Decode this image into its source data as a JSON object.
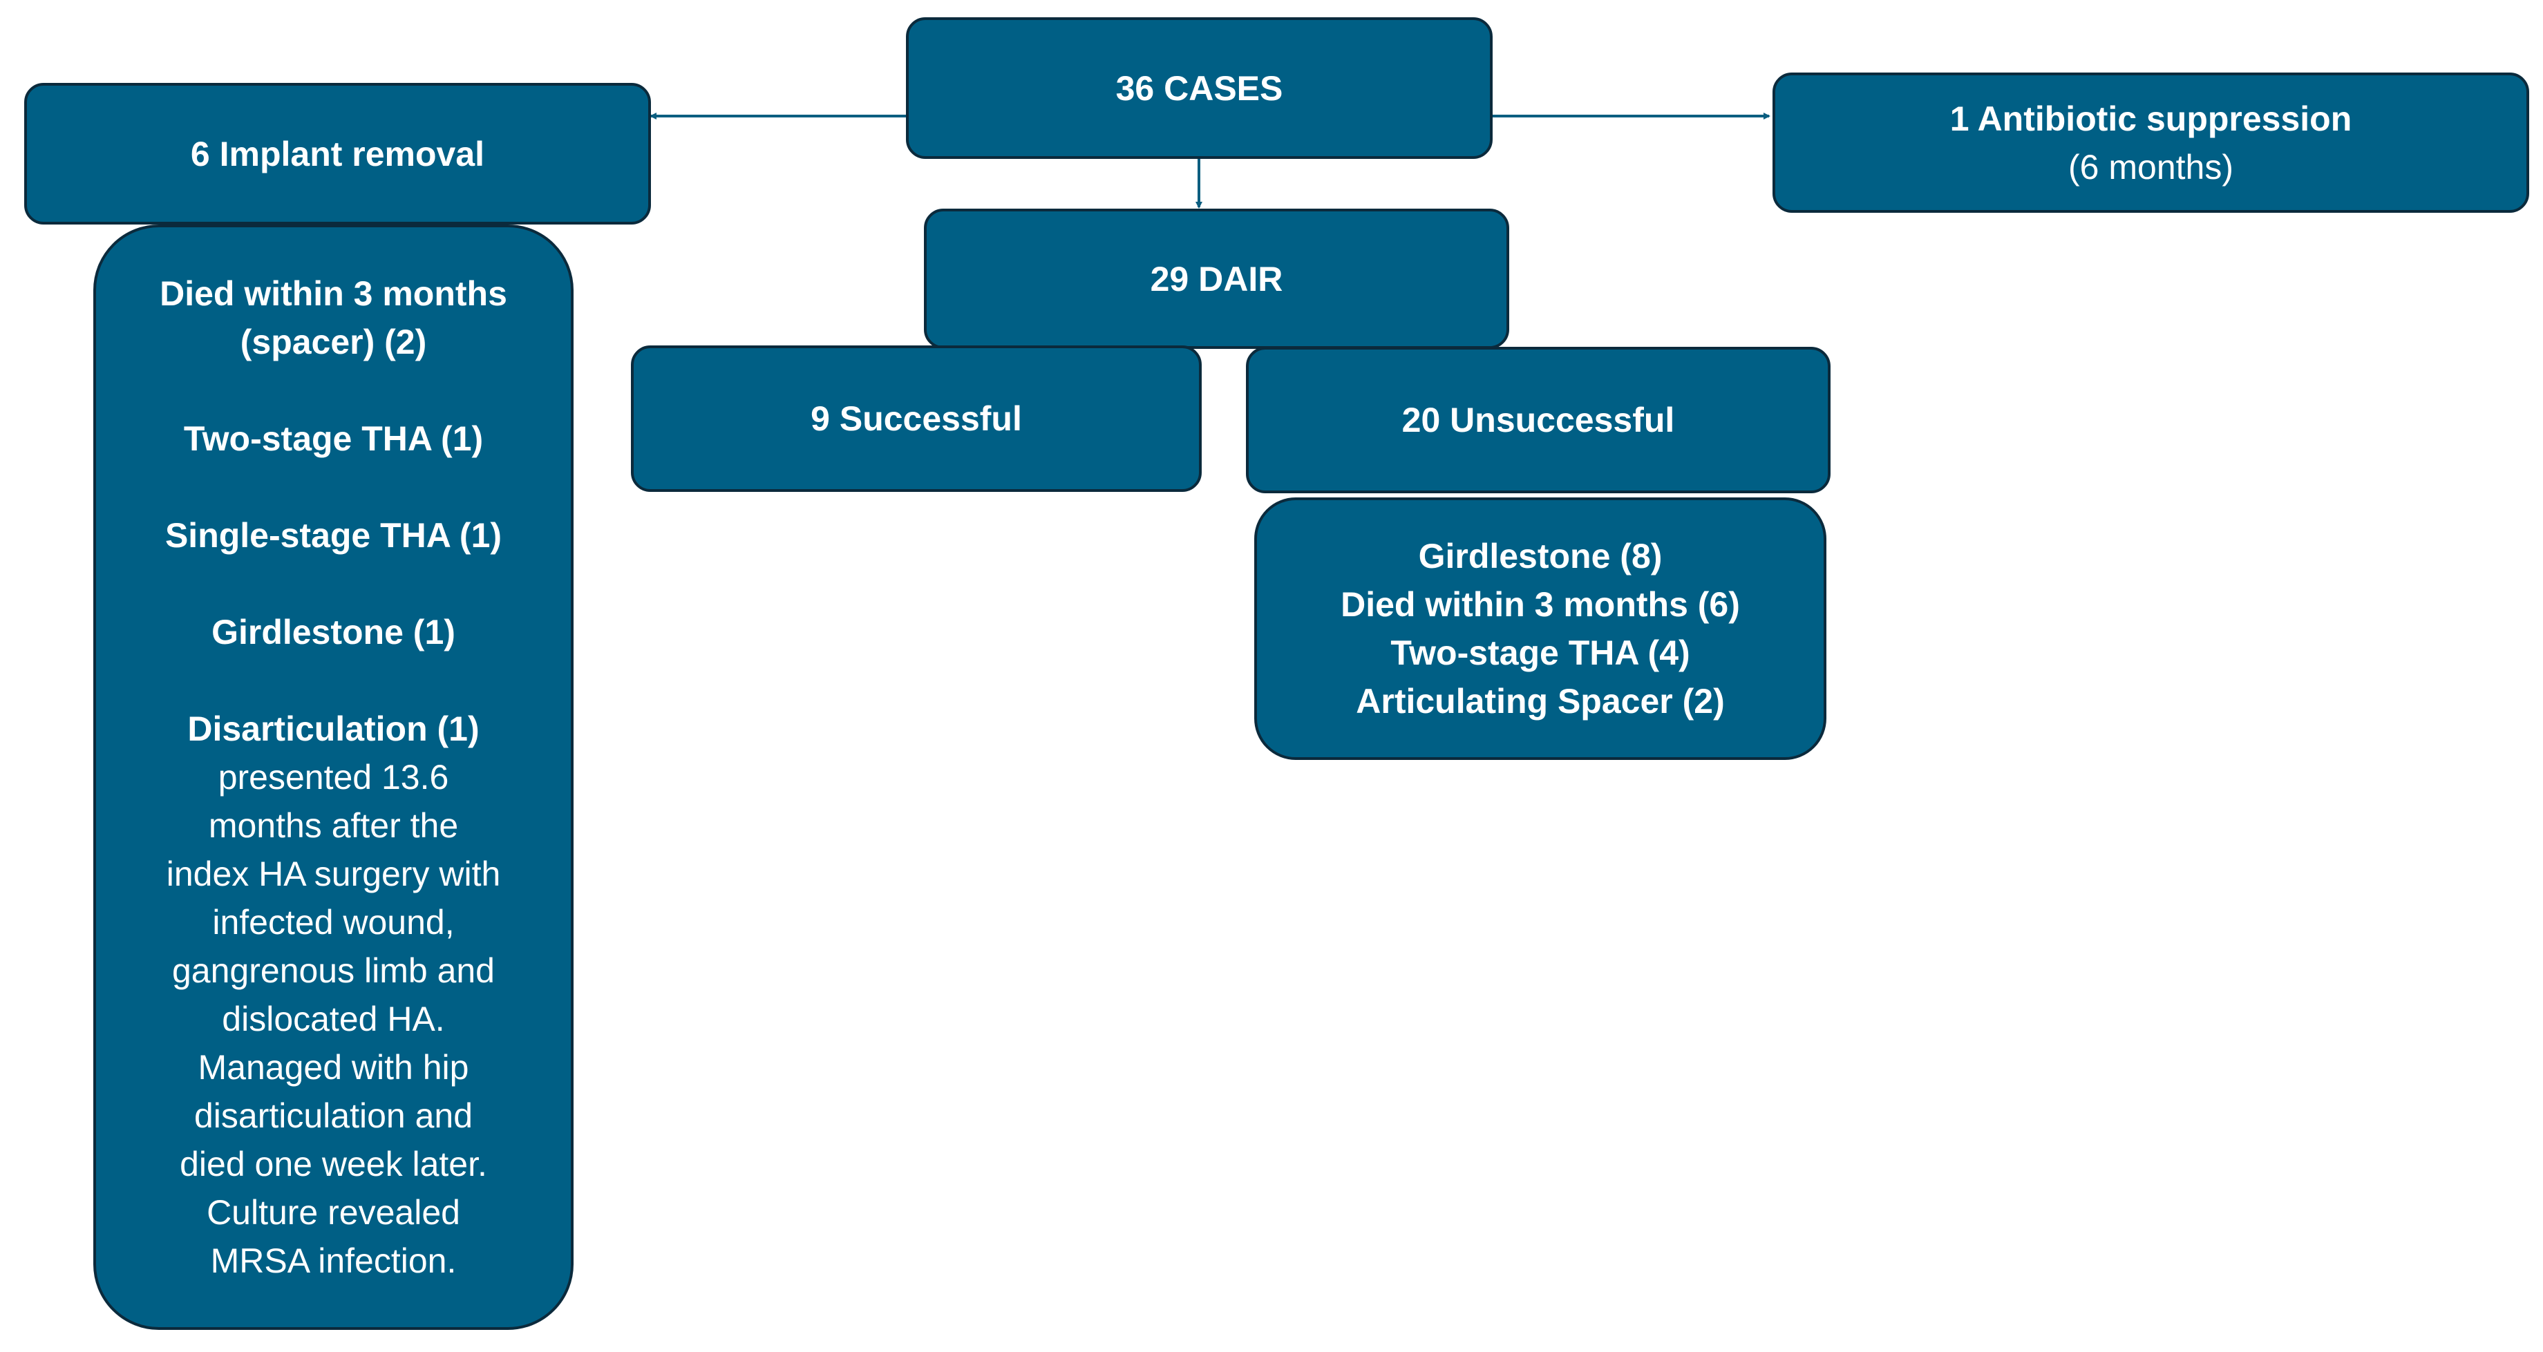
{
  "diagram": {
    "colors": {
      "box_fill": "#005f85",
      "box_border": "#0b2a3c",
      "arrow": "#0b5e80",
      "text": "#ffffff"
    },
    "root": {
      "label": "36 CASES"
    },
    "implant_removal": {
      "label": "6 Implant removal",
      "outcomes": {
        "died_spacer_line1": "Died within 3 months",
        "died_spacer_line2": "(spacer) (2)",
        "two_stage": "Two-stage THA (1)",
        "single_stage": "Single-stage THA (1)",
        "girdlestone": "Girdlestone (1)",
        "disarticulation": "Disarticulation (1)",
        "note_lines": [
          "presented 13.6",
          "months after the",
          "index HA surgery with",
          "infected wound,",
          "gangrenous limb and",
          "dislocated HA.",
          "Managed with hip",
          "disarticulation and",
          "died one week later.",
          "Culture revealed",
          "MRSA infection."
        ]
      }
    },
    "antibiotic": {
      "label": "1 Antibiotic suppression",
      "sub": "(6 months)"
    },
    "dair": {
      "label": "29 DAIR"
    },
    "successful": {
      "label": "9 Successful"
    },
    "unsuccessful": {
      "label": "20 Unsuccessful",
      "outcomes": [
        "Girdlestone (8)",
        "Died within 3 months (6)",
        "Two-stage THA (4)",
        "Articulating Spacer (2)"
      ]
    }
  }
}
